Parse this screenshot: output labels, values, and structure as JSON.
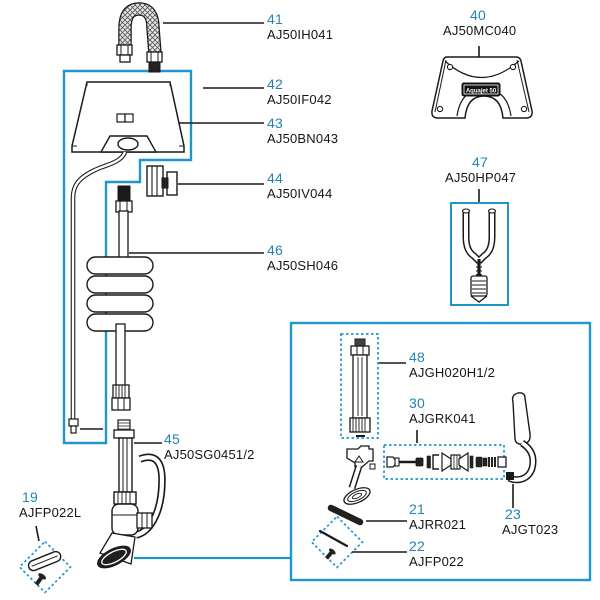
{
  "colors": {
    "accent_blue": "#2095c8",
    "callout_number_blue": "#2383ae",
    "drawing_black": "#1a1a1a"
  },
  "badge": {
    "label": "Aquajet 50"
  },
  "callouts": {
    "c41": {
      "number": "41",
      "code": "AJ50IH041"
    },
    "c42": {
      "number": "42",
      "code": "AJ50IF042"
    },
    "c43": {
      "number": "43",
      "code": "AJ50BN043"
    },
    "c44": {
      "number": "44",
      "code": "AJ50IV044"
    },
    "c46": {
      "number": "46",
      "code": "AJ50SH046"
    },
    "c45": {
      "number": "45",
      "code": "AJ50SG0451/2"
    },
    "c19": {
      "number": "19",
      "code": "AJFP022L"
    },
    "c40": {
      "number": "40",
      "code": "AJ50MC040"
    },
    "c47": {
      "number": "47",
      "code": "AJ50HP047"
    },
    "c48": {
      "number": "48",
      "code": "AJGH020H1/2"
    },
    "c30": {
      "number": "30",
      "code": "AJGRK041"
    },
    "c21": {
      "number": "21",
      "code": "AJRR021"
    },
    "c22": {
      "number": "22",
      "code": "AJFP022"
    },
    "c23": {
      "number": "23",
      "code": "AJGT023"
    }
  }
}
